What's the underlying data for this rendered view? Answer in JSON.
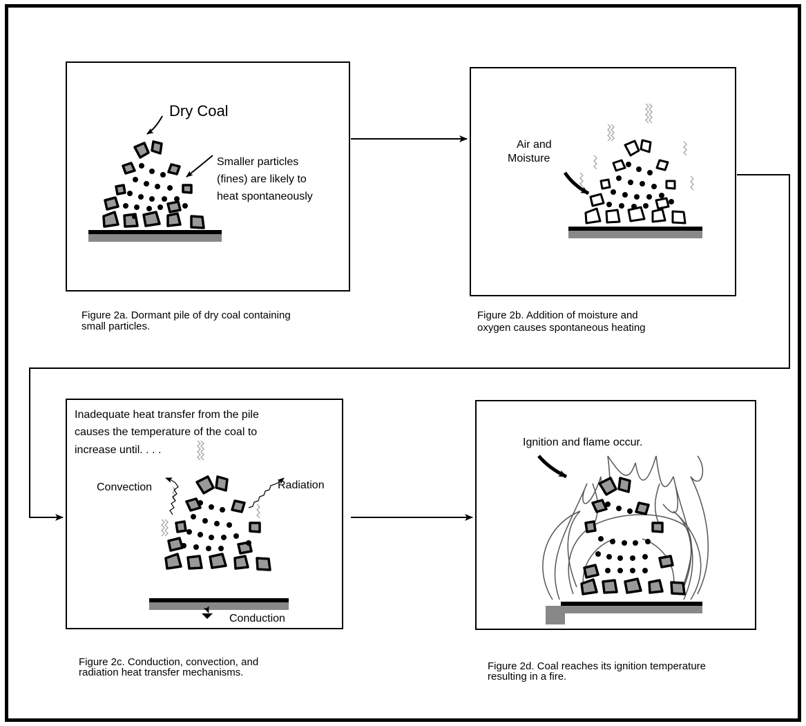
{
  "panels": {
    "a": {
      "caption_line1": "Figure 2a.  Dormant pile of dry coal containing",
      "caption_line2": "small particles.",
      "label_dry_coal": "Dry Coal",
      "label_fines_1": "Smaller particles",
      "label_fines_2": "(fines) are likely to",
      "label_fines_3": "heat spontaneously"
    },
    "b": {
      "caption_line1": "Figure 2b. Addition of moisture and",
      "caption_line2": "oxygen causes spontaneous heating",
      "label_air_1": "Air and",
      "label_air_2": "Moisture"
    },
    "c": {
      "caption_line1": "Figure 2c.  Conduction, convection, and",
      "caption_line2": "radiation heat transfer mechanisms.",
      "intro_1": "Inadequate heat transfer from the pile",
      "intro_2": "causes the temperature of the coal to",
      "intro_3": "increase until. . . .",
      "label_convection": "Convection",
      "label_radiation": "Radiation",
      "label_conduction": "Conduction"
    },
    "d": {
      "caption_line1": "Figure 2d.  Coal reaches its ignition temperature",
      "caption_line2": "resulting in a fire.",
      "label_ignition": "Ignition and flame occur."
    }
  }
}
